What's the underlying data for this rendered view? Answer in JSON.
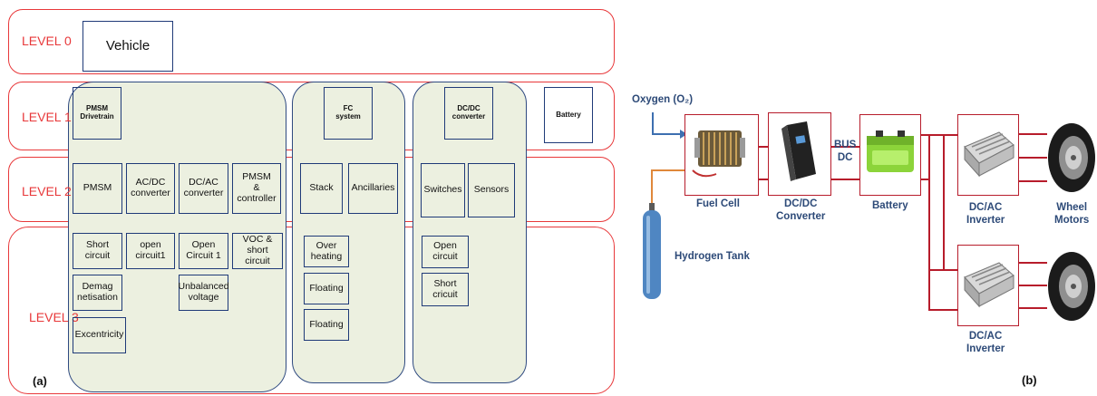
{
  "panel_a": {
    "levels": [
      "LEVEL 0",
      "LEVEL 1",
      "LEVEL 2",
      "LEVEL 3"
    ],
    "vehicle": "Vehicle",
    "level1": {
      "pmsm_drivetrain": "PMSM\nDrivetrain",
      "fc_system": "FC\nsystem",
      "dcdc_converter": "DC/DC\nconverter",
      "battery": "Battery"
    },
    "level2": {
      "pmsm": "PMSM",
      "acdc": "AC/DC\nconverter",
      "dcac": "DC/AC\nconverter",
      "pmsm_controller": "PMSM\n&\ncontroller",
      "stack": "Stack",
      "ancillaries": "Ancillaries",
      "switches": "Switches",
      "sensors": "Sensors"
    },
    "level3": {
      "short_circuit": "Short\ncircuit",
      "open_circuit1": "open\ncircuit1",
      "open_circuit_1": "Open\nCircuit 1",
      "voc_short": "VOC &\nshort\ncircuit",
      "demag": "Demag\nnetisation",
      "unbalanced": "Unbalanced\nvoltage",
      "excentricity": "Excentricity",
      "over_heating": "Over\nheating",
      "floating_1": "Floating",
      "floating_2": "Floating",
      "open_circuit_dc": "Open\ncircuit",
      "short_circuit_dc": "Short\ncricuit"
    },
    "caption": "(a)"
  },
  "panel_b": {
    "oxygen": "Oxygen (O₂)",
    "fuel_cell": "Fuel Cell",
    "hydrogen_tank": "Hydrogen Tank",
    "dcdc": "DC/DC\nConverter",
    "bus": "BUS\nDC",
    "battery": "Battery",
    "dcac_top": "DC/AC\nInverter",
    "dcac_bottom": "DC/AC\nInverter",
    "wheel_motors": "Wheel\nMotors",
    "caption": "(b)"
  },
  "colors": {
    "level_border": "#e8383a",
    "box_border": "#1f3a78",
    "region_fill": "#ecf0e0",
    "link_red": "#b71c2b",
    "label_blue": "#2d4a78"
  }
}
